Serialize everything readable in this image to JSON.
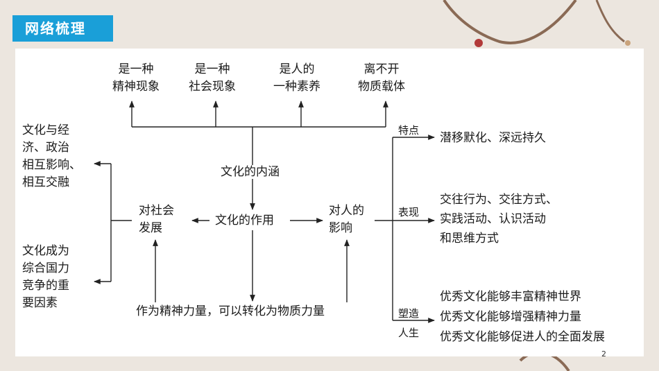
{
  "header": {
    "title": "网络梳理"
  },
  "top_items": [
    {
      "line1": "是一种",
      "line2": "精神现象"
    },
    {
      "line1": "是一种",
      "line2": "社会现象"
    },
    {
      "line1": "是人的",
      "line2": "一种素养"
    },
    {
      "line1": "离不开",
      "line2": "物质载体"
    }
  ],
  "center": {
    "connotation": "文化的内涵",
    "function": "文化的作用",
    "bottom": "作为精神力量，可以转化为物质力量"
  },
  "society": {
    "label_l1": "对社会",
    "label_l2": "发展",
    "effect1": [
      "文化与经",
      "济、政治",
      "相互影响、",
      "相互交融"
    ],
    "effect2": [
      "文化成为",
      "综合国力",
      "竞争的重",
      "要因素"
    ]
  },
  "person": {
    "label_l1": "对人的",
    "label_l2": "影响",
    "branches": [
      {
        "tag": [
          "特点"
        ],
        "lines": [
          "潜移默化、深远持久"
        ]
      },
      {
        "tag": [
          "表现"
        ],
        "lines": [
          "交往行为、交往方式、",
          "实践活动、认识活动",
          "和思维方式"
        ]
      },
      {
        "tag": [
          "塑造",
          "人生"
        ],
        "lines": [
          "优秀文化能够丰富精神世界",
          "优秀文化能够增强精神力量",
          "优秀文化能够促进人的全面发展"
        ]
      }
    ]
  },
  "page_number": "2"
}
